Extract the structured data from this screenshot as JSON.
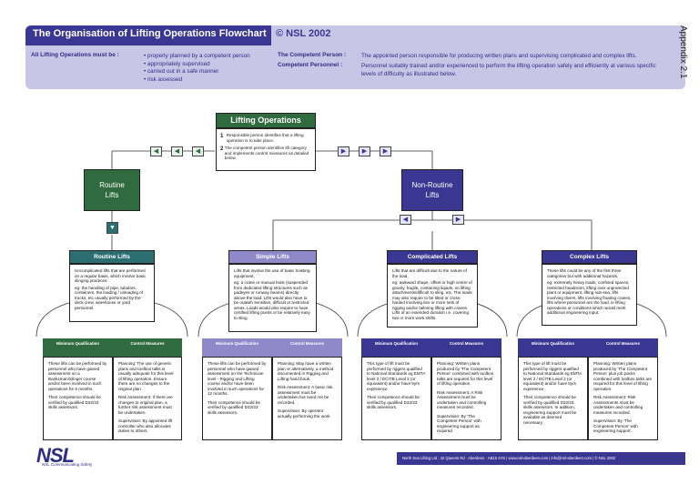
{
  "header": {
    "title": "The Organisation of Lifting Operations Flowchart",
    "copyright": "© NSL 2002",
    "side_label": "Appendix 2.1",
    "intro_label": "All Lifting Operations must be :",
    "intro_bullets": [
      "properly planned by a competent person",
      "appropriately supervised",
      "carried out in a safe manner",
      "risk assessed"
    ],
    "defs": [
      {
        "term": "The Competent Person :",
        "text": "The appointed person responsible for producing written plans and supervising complicated and complex lifts."
      },
      {
        "term": "Competent Personnel :",
        "text": "Personnel suitably trained and/or experienced to perform the lifting operation safely and efficiently at various specific levels of difficulty as illustrated below."
      }
    ]
  },
  "top": {
    "title": "Lifting Operations",
    "steps": [
      {
        "num": "1",
        "text": "Responsible person identifies that a lifting operation is to take place."
      },
      {
        "num": "2",
        "text": "The competent person identifies lift category and implements control measures as detailed below."
      }
    ]
  },
  "routine": {
    "line1": "Routine",
    "line2": "Lifts"
  },
  "nonroutine": {
    "line1": "Non-Routine",
    "line2": "Lifts"
  },
  "columns": [
    {
      "title": "Routine Lifts",
      "desc": "Uncomplicated lifts that are performed on a regular basis, which involve basic slinging practices.",
      "eg": "eg: the handling of pipe, tubulars, containers, the loading / unloading of trucks, etc usually performed by the deck crew, warehouse or yard personnel.",
      "h1": "Minimum Qualification",
      "h2": "Control Measures",
      "q1": "These lifts can be performed by personnel who have gained assessment on a Banksman/Slinger course and/or been involved in such operations for 6 months.",
      "q2": "Their competence should be verified by qualified D32/33 skills assessors.",
      "c1": "Planning: The use of generic plans and toolbox talks is usually adequate for this level of lifting operation. Ensure there are no changes to the original plan.",
      "c2": "Risk Assessment: If there are changes to original plan, a further risk assessment must be undertaken.",
      "c3": "Supervision: By appointed lift controller who also allocates duties to others."
    },
    {
      "title": "Simple Lifts",
      "desc": "Lifts that involve the use of basic hoisting equipment,",
      "eg": "eg: a crane or manual hoist (suspended from dedicated lifting structures such as padeyes or runway beams) directly above the load. Lifts would also have to be outwith sensitive, difficult or restricted areas. Loads would also require to have certified lifting points or be relatively easy to sling.",
      "h1": "Minimum Qualification",
      "h2": "Control Measures",
      "q1": "These lifts can be performed by personnel who have gained assessment on the Technician level - Rigging and Lifting course and/or have been involved in such operations for 12 months.",
      "q2": "Their competence should be verified by qualified D32/33 skills assessors.",
      "c1": "Planning: May have a written plan or alternatively, a method documented in Rigging and Lifting hand book.",
      "c2": "Risk Assessment: A basic risk assessment must be undertaken but need not be recorded.",
      "c3": "Supervision: By operator actually performing the work."
    },
    {
      "title": "Complicated Lifts",
      "desc": "Lifts that are difficult due to the nature of the load,",
      "eg": "eg: awkward shape, offset or high centre of gravity, fragile, containing liquids, no lifting attachments/difficult to sling, etc. The loads may also require to be tilted or cross-hauled involving two or more sets of rigging and/or tailoring lifting with cranes. Lifts of an extended duration i.e. covering two or more work shifts.",
      "h1": "Minimum Qualification",
      "h2": "Control Measures",
      "q1": "This type of lift must be performed by riggers qualified to National Standards eg EMTA level 2 / ECITB Level 2 (or equivalent) and/or have 5yrs experience.",
      "q2": "Their competence should be verified by qualified D32/33 skills assessors.",
      "c1": "Planning: Written plans produced by 'The Competent Person' combined with toolbox talks are required for this level of lifting operation.",
      "c2": "Risk Assessment: A Risk Assessment must be undertaken and controlling measures recorded.",
      "c3": "Supervision: By 'The Competent Person' with engineering support as required."
    },
    {
      "title": "Complex Lifts",
      "desc": "These lifts could be any of the first three categories but with additional hazards,",
      "eg": "eg: extremely heavy loads, confined spaces, restricted headroom, lifting over unprotected plant or equipment, lifting sub-sea, lifts involving divers, lifts involving floating cranes, lifts where personnel are the load, ie lifting operations or conditions which would merit additional engineering input.",
      "h1": "Minimum Qualification",
      "h2": "Control Measures",
      "q1": "This type of lift must be performed by riggers qualified to National Standards eg EMTA level 2 / ECITB Level 2 (or equivalent) and/or have 5yrs experience.",
      "q2": "Their competence should be verified by qualified D32/33 skills assessors. In addition, engineering support must be available as deemed necessary.",
      "c1": "Planning: Written plans produced by 'The Competent Person' plus job packs combined with toolbox talks are required for this level of lifting operation.",
      "c2": "Risk Assessment: Risk Assessments must be undertaken and controlling measures recorded.",
      "c3": "Supervision: By 'The Competent Person' with engineering support."
    }
  ],
  "footer": {
    "text": "North Sea Lifting Ltd : 42 Queens Rd · Aberdeen · AB15 4YE | www.nsl-aberdeen.com | info@nsl-aberdeen.com | © NSL 2002",
    "logo": "NSL",
    "tagline": "NSL Communicating Safety"
  },
  "colors": {
    "header_bg": "#c7c6e7",
    "navy": "#3a3793",
    "green": "#2f6b3e",
    "teal": "#2b6f73",
    "lavender": "#8f89c9"
  }
}
